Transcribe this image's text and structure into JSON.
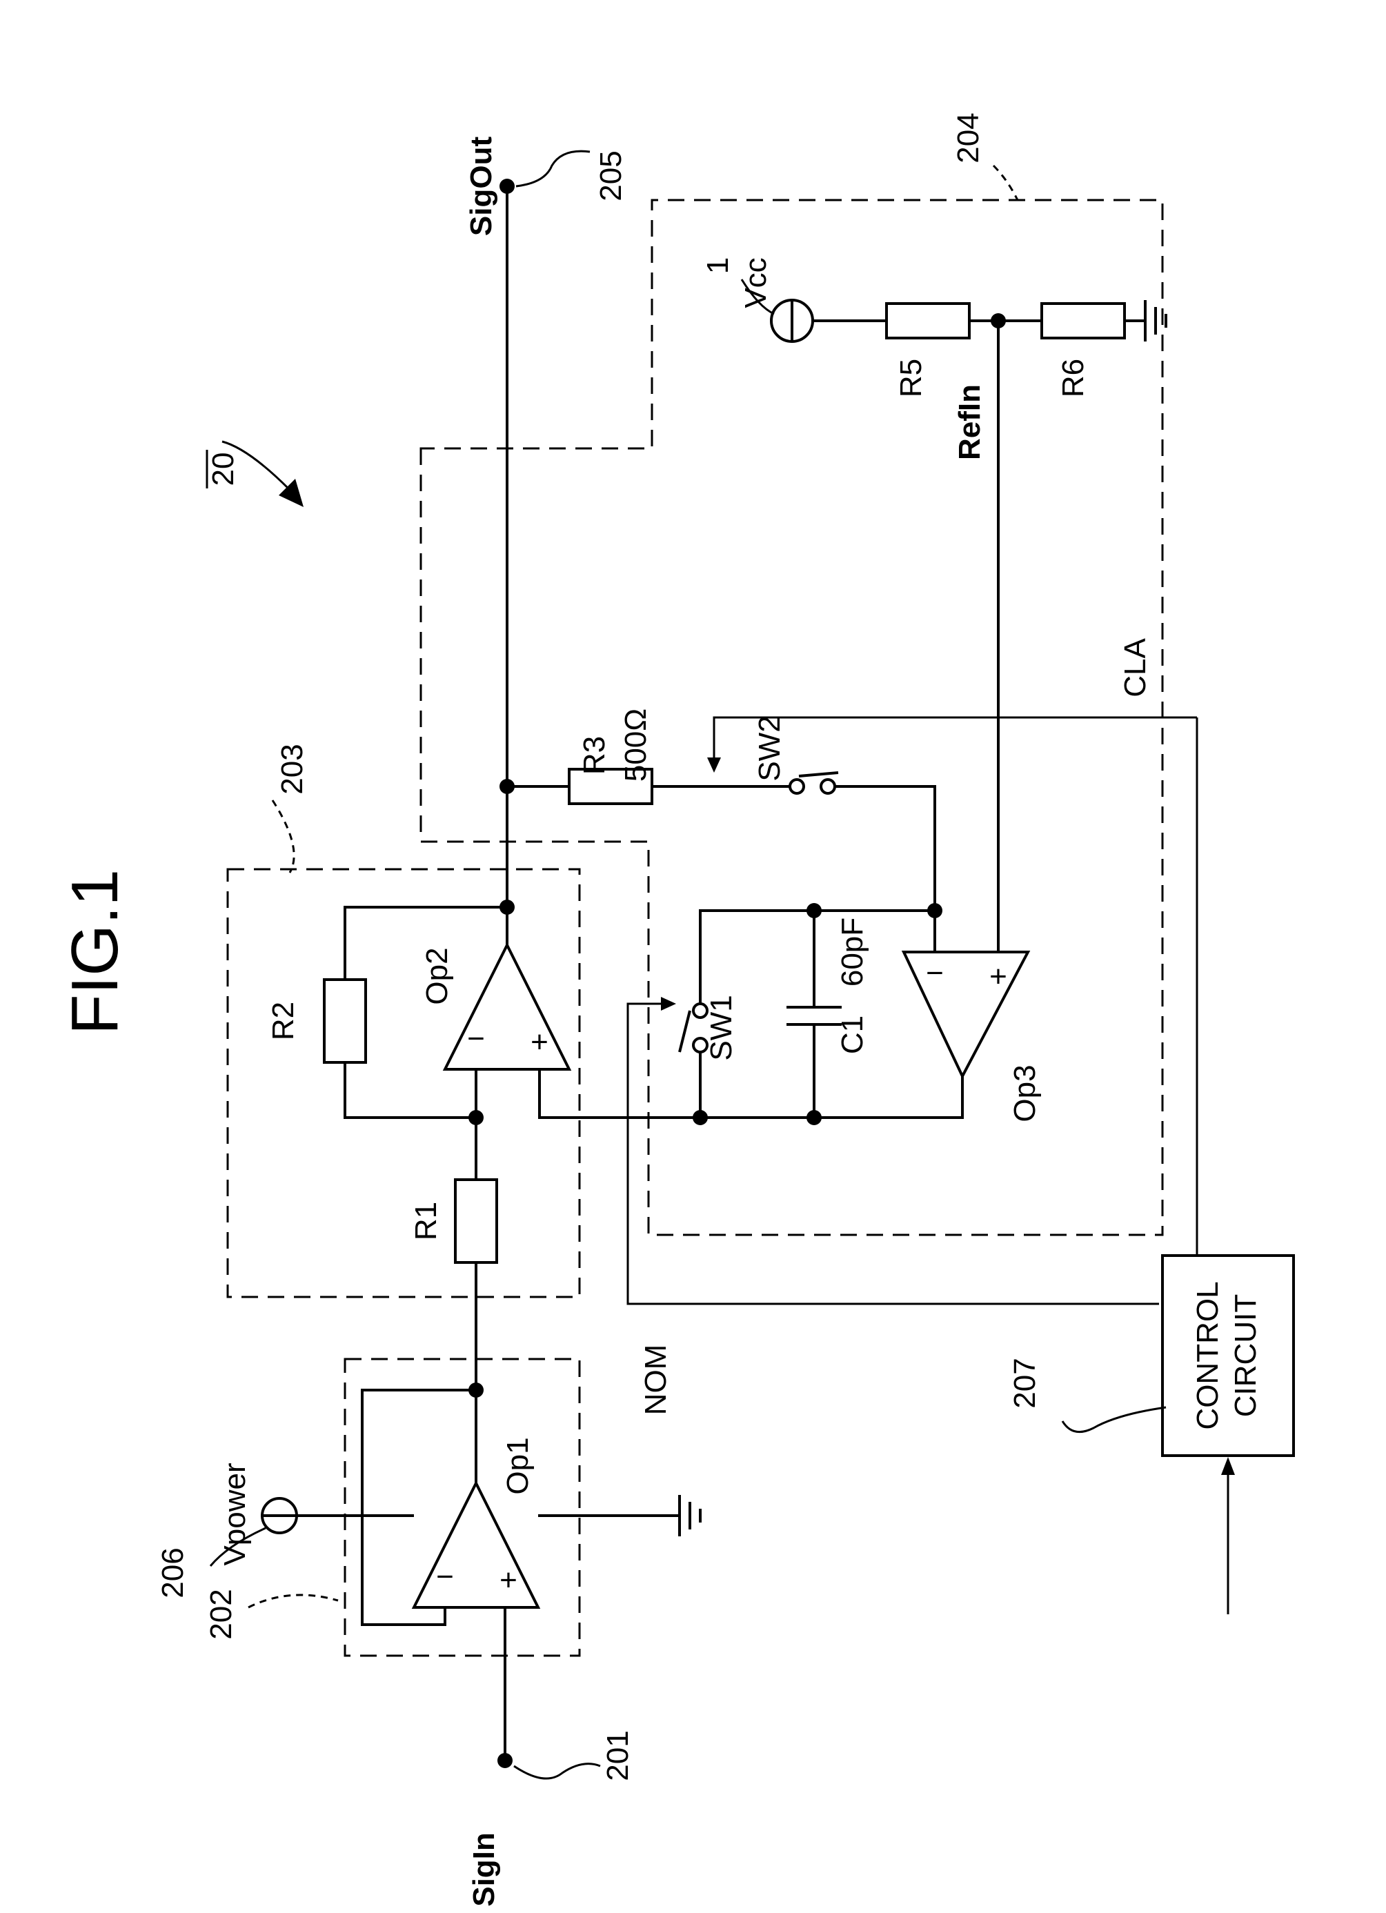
{
  "figure": {
    "title": "FIG.1",
    "ref_number": "20"
  },
  "nodes": {
    "sig_in": "SigIn",
    "sig_out": "SigOut",
    "ref_in": "RefIn",
    "sig_in_ref": "201",
    "sig_out_ref": "205"
  },
  "blocks": {
    "buffer": "202",
    "amplifier": "203",
    "clamp": "204",
    "power": "206",
    "control_ref": "207"
  },
  "components": {
    "op1": "Op1",
    "op2": "Op2",
    "op3": "Op3",
    "r1": "R1",
    "r2": "R2",
    "r3": "R3",
    "r3_value": "500Ω",
    "r5": "R5",
    "r6": "R6",
    "c1": "C1",
    "c1_value": "60pF",
    "sw1": "SW1",
    "sw2": "SW2",
    "vpower": "Vpower",
    "vcc": "Vcc",
    "vcc_ref": "1",
    "control_line1": "CONTROL",
    "control_line2": "CIRCUIT"
  },
  "signals": {
    "nom": "NOM",
    "cla": "CLA"
  },
  "op_pins": {
    "minus": "−",
    "plus": "+"
  }
}
